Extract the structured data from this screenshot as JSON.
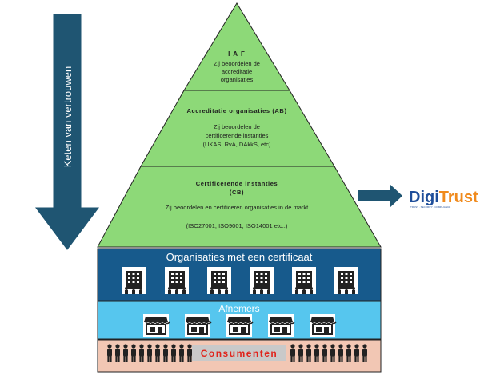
{
  "left_arrow": {
    "label": "Keten van vertrouwen",
    "color": "#1f5572"
  },
  "pyramid": {
    "fill": "#8dd978",
    "levels": [
      {
        "title": "I A F",
        "lines": [
          "Zij beoordelen de",
          "accreditatie",
          "organisaties"
        ]
      },
      {
        "title": "Accreditatie organisaties (AB)",
        "lines": [
          "Zij beoordelen de",
          "certificerende instanties",
          "(UKAS, RvA, DAkkS, etc)"
        ]
      },
      {
        "title": "Certificerende instanties",
        "title2": "(CB)",
        "lines": [
          "Zij beoordelen en certificeren organisaties in de markt",
          "(ISO27001, ISO9001, ISO14001 etc..)"
        ]
      }
    ]
  },
  "right_arrow": {
    "color": "#1f5572"
  },
  "logo": {
    "text_digi": "Digi",
    "text_trust": "Trust",
    "tagline": "TRUST · SECURITY · COMPLIANCE",
    "color_digi": "#1f4e9a",
    "color_trust": "#f08a1c"
  },
  "bands": {
    "organisaties": {
      "title": "Organisaties met een certificaat",
      "color": "#175a8c",
      "icon": "office-building-people-icon",
      "count": 6
    },
    "afnemers": {
      "title": "Afnemers",
      "color": "#56c6ee",
      "icon": "storefront-icon",
      "count": 5
    },
    "consumenten": {
      "title": "Consumenten",
      "color": "#f2c7b4",
      "label_color": "#e0241c",
      "icon": "person-figure-icon"
    }
  }
}
